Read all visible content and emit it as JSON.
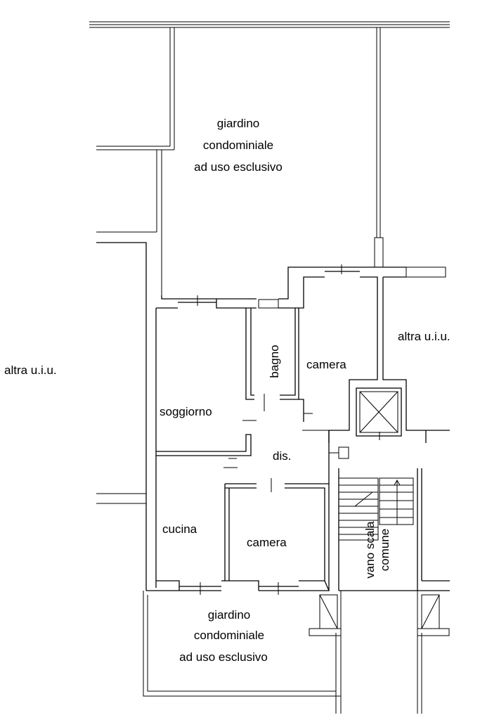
{
  "labels": {
    "garden_top": [
      "giardino",
      "condominiale",
      "ad uso esclusivo"
    ],
    "garden_bottom": [
      "giardino",
      "condominiale",
      "ad uso esclusivo"
    ],
    "other_unit_left": "altra u.i.u.",
    "other_unit_right": "altra u.i.u.",
    "bagno": "bagno",
    "camera_top": "camera",
    "soggiorno": "soggiorno",
    "dis": "dis.",
    "cucina": "cucina",
    "camera_bottom": "camera",
    "stair": [
      "vano scala",
      "comune"
    ]
  }
}
